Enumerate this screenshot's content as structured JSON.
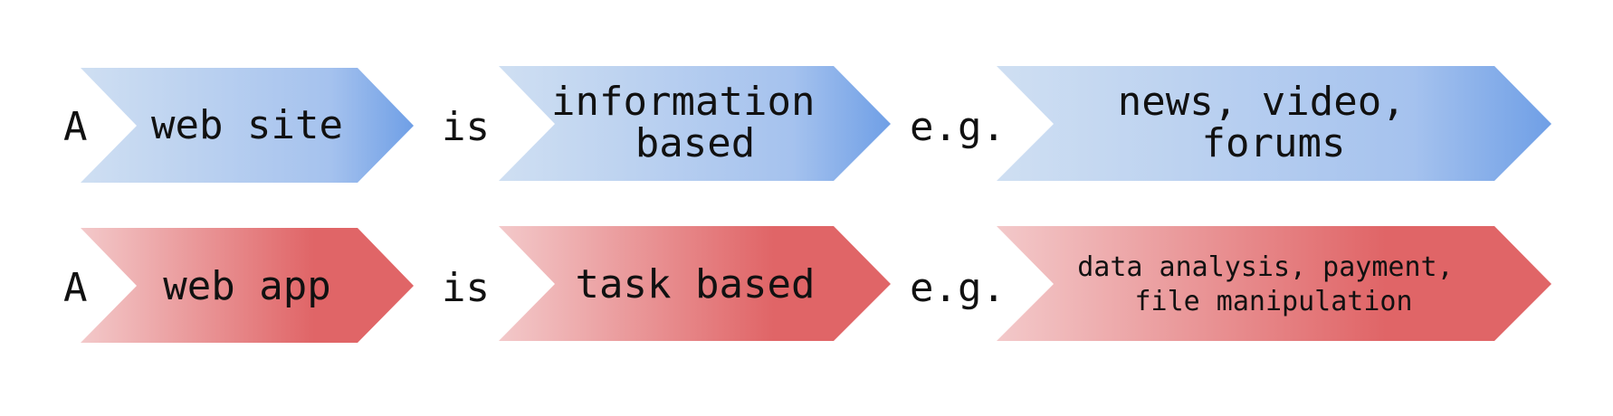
{
  "rows": [
    {
      "article": "A",
      "subject": "web site",
      "verb": "is",
      "quality_lines": [
        "information",
        "based"
      ],
      "eg": "e.g.",
      "examples_lines": [
        "news, video,",
        "forums"
      ],
      "color_start": "#cddcf0",
      "color_end": "#6f9fe6"
    },
    {
      "article": "A",
      "subject": "web app",
      "verb": "is",
      "quality_lines": [
        "task based"
      ],
      "eg": "e.g.",
      "examples_lines": [
        "data analysis, payment,",
        "file manipulation"
      ],
      "color_start": "#f2c6c7",
      "color_end": "#e06567"
    }
  ]
}
